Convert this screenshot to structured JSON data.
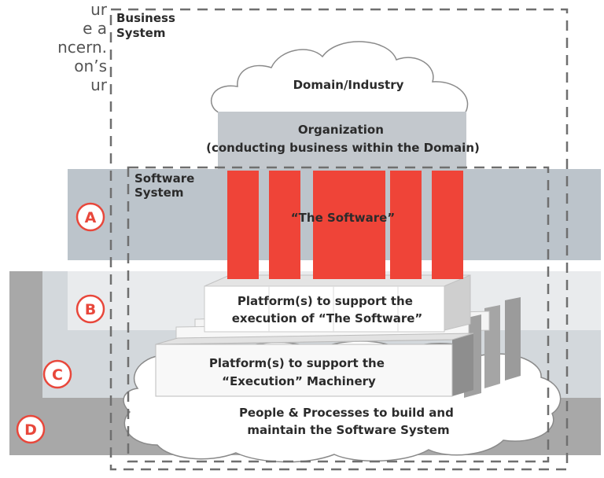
{
  "intro_fragments": [
    "ur",
    "e a",
    "ncern.",
    "on’s",
    "ur"
  ],
  "business_system_label": [
    "Business",
    "System"
  ],
  "software_system_label": [
    "Software",
    "System"
  ],
  "domain_label": "Domain/Industry",
  "organization_label": [
    "Organization",
    "(conducting business within the Domain)"
  ],
  "software_label": "“The Software”",
  "platform_software_label": [
    "Platform(s) to support the",
    "execution of “The Software”"
  ],
  "platform_machinery_label": [
    "Platform(s) to support the",
    "“Execution” Machinery"
  ],
  "people_label": [
    "People & Processes to build and",
    "maintain the Software System"
  ],
  "layers": [
    {
      "letter": "A"
    },
    {
      "letter": "B"
    },
    {
      "letter": "C"
    },
    {
      "letter": "D"
    }
  ],
  "colors": {
    "band_a": "#bcc4cb",
    "band_b": "#e9ebed",
    "band_c": "#d3d8dc",
    "band_d": "#a8a8a8",
    "accent_red": "#ef4438",
    "badge_red": "#e8473b",
    "org_box": "#c3c8cd"
  }
}
